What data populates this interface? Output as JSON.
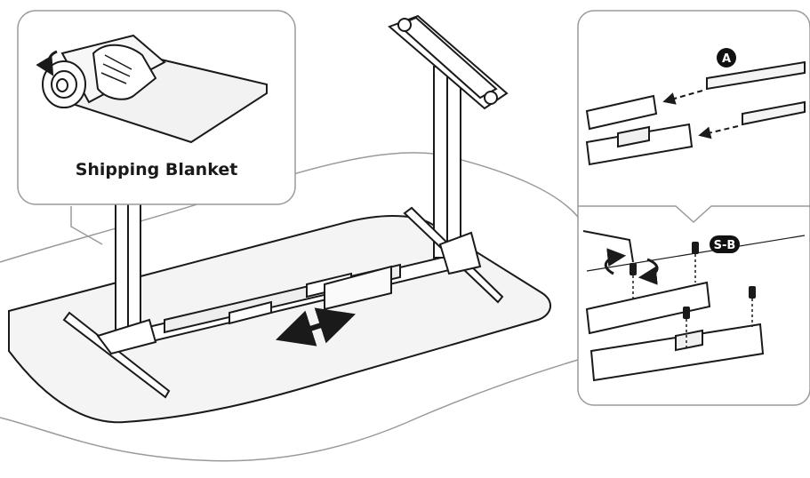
{
  "inset_left": {
    "label": "Shipping Blanket"
  },
  "inset_right": {
    "badge_a": "A",
    "badge_sb": "S-B"
  },
  "colors": {
    "line": "#1a1a1a",
    "fill_light": "#f2f2f2",
    "panel_border": "#9a9a9a",
    "badge_bg": "#111111"
  },
  "icons": [
    "roll-direction-arrow-icon",
    "slide-arrow-icon",
    "rotate-arrow-icon",
    "hex-key-icon"
  ]
}
